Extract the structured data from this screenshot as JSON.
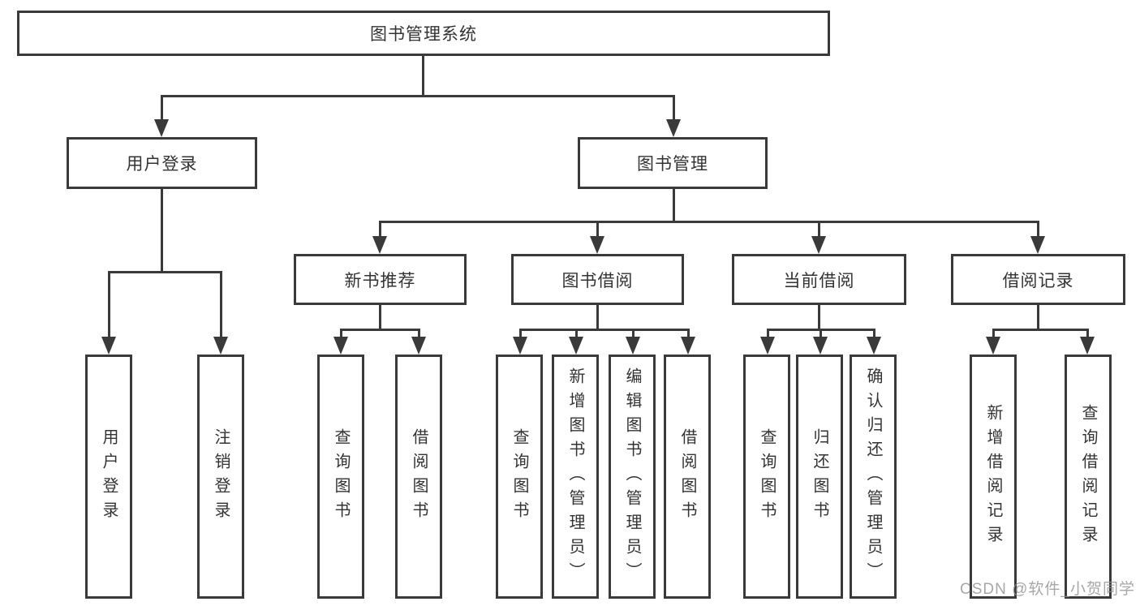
{
  "diagram": {
    "root": {
      "label": "图书管理系统"
    },
    "branches": [
      {
        "label": "用户登录",
        "children": [
          {
            "label": "用户登录"
          },
          {
            "label": "注销登录"
          }
        ]
      },
      {
        "label": "图书管理",
        "groups": [
          {
            "label": "新书推荐",
            "children": [
              {
                "label": "查询图书"
              },
              {
                "label": "借阅图书"
              }
            ]
          },
          {
            "label": "图书借阅",
            "children": [
              {
                "label": "查询图书"
              },
              {
                "label": "新增图书（管理员）"
              },
              {
                "label": "编辑图书（管理员）"
              },
              {
                "label": "借阅图书"
              }
            ]
          },
          {
            "label": "当前借阅",
            "children": [
              {
                "label": "查询图书"
              },
              {
                "label": "归还图书"
              },
              {
                "label": "确认归还（管理员）"
              }
            ]
          },
          {
            "label": "借阅记录",
            "children": [
              {
                "label": "新增借阅记录"
              },
              {
                "label": "查询借阅记录"
              }
            ]
          }
        ]
      }
    ]
  },
  "watermark": {
    "text": "CSDN @软件_小贺同学"
  },
  "colors": {
    "line": "#3a3a3a",
    "box_border": "#3a3a3a",
    "text": "#333333",
    "watermark": "#919191",
    "background": "#ffffff"
  }
}
